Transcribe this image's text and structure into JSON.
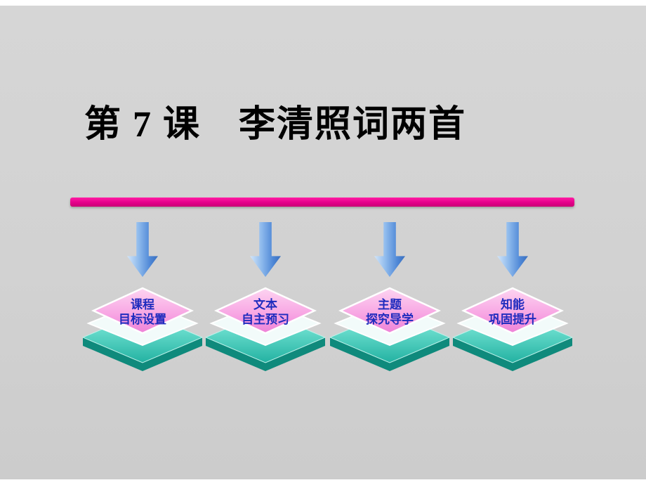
{
  "slide": {
    "title": "第 7 课　李清照词两首"
  },
  "nav_items": [
    {
      "line1": "课程",
      "line2": "目标设置"
    },
    {
      "line1": "文本",
      "line2": "自主预习"
    },
    {
      "line1": "主题",
      "line2": "探究导学"
    },
    {
      "line1": "知能",
      "line2": "巩固提升"
    }
  ],
  "colors": {
    "slide_background": "#d2d2d2",
    "divider_magenta": "#e4008a",
    "arrow_blue": "#4e87d6",
    "diamond_pink": "#f8a8e4",
    "diamond_teal": "#23b2a2",
    "diamond_teal_side": "#0f8a7c",
    "label_blue": "#1f2cbe",
    "title_black": "#000000"
  }
}
